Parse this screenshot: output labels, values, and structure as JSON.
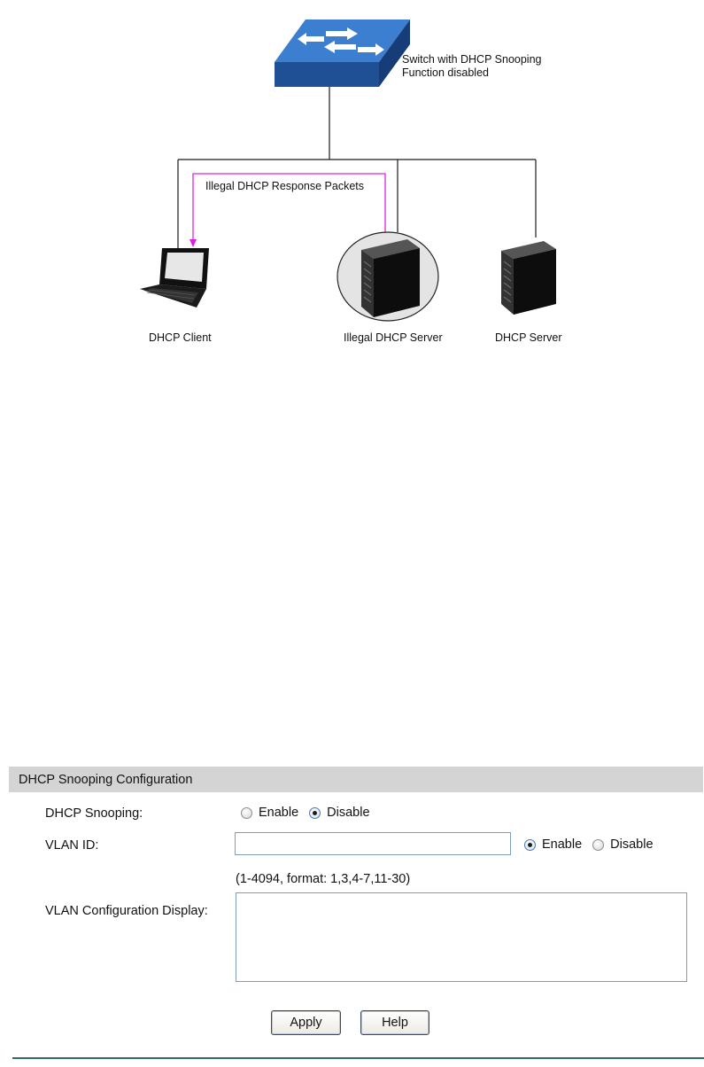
{
  "diagram": {
    "switch_label_line1": "Switch with DHCP Snooping",
    "switch_label_line2": "Function disabled",
    "packets_label": "Illegal DHCP Response Packets",
    "client_label": "DHCP Client",
    "illegal_server_label": "Illegal DHCP Server",
    "server_label": "DHCP Server",
    "colors": {
      "switch_blue": "#2a5fa8",
      "packet_path": "#e020e0"
    },
    "icons": [
      "switch-icon",
      "laptop-icon",
      "server-icon"
    ]
  },
  "config": {
    "header": "DHCP Snooping Configuration",
    "snooping_label": "DHCP Snooping:",
    "snooping_options": {
      "enable": "Enable",
      "disable": "Disable",
      "selected": "Disable"
    },
    "vlan_label": "VLAN ID:",
    "vlan_value": "",
    "vlan_options": {
      "enable": "Enable",
      "disable": "Disable",
      "selected": "Enable"
    },
    "vlan_hint": "(1-4094, format: 1,3,4-7,11-30)",
    "display_label": "VLAN Configuration Display:",
    "display_value": "",
    "apply_label": "Apply",
    "help_label": "Help"
  }
}
